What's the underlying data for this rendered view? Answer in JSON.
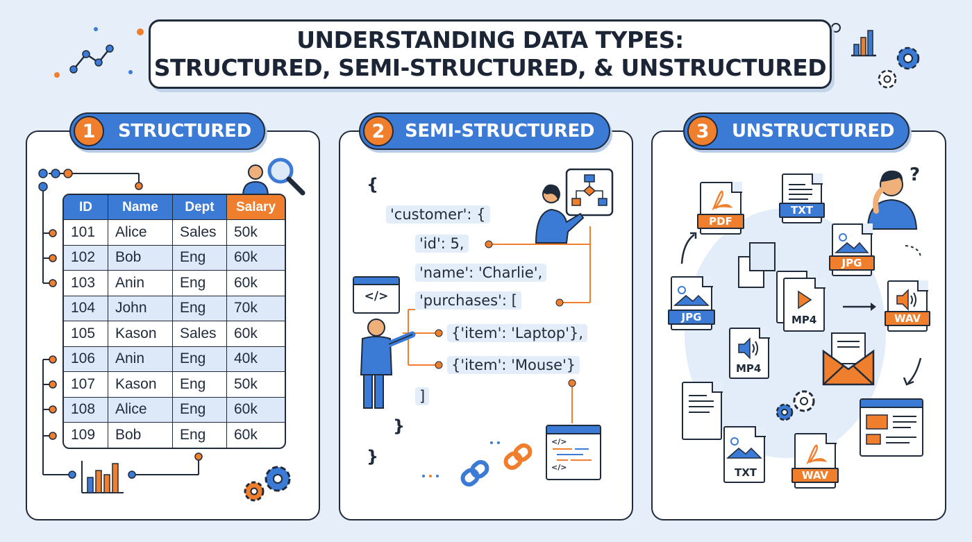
{
  "title": {
    "line1": "UNDERSTANDING DATA TYPES:",
    "line2": "STRUCTURED, SEMI-STRUCTURED, & UNSTRUCTURED"
  },
  "panels": [
    {
      "number": "1",
      "label": "STRUCTURED"
    },
    {
      "number": "2",
      "label": "SEMI-STRUCTURED"
    },
    {
      "number": "3",
      "label": "UNSTRUCTURED"
    }
  ],
  "table": {
    "headers": [
      "ID",
      "Name",
      "Dept",
      "Salary"
    ],
    "rows": [
      [
        "101",
        "Alice",
        "Sales",
        "50k"
      ],
      [
        "102",
        "Bob",
        "Eng",
        "60k"
      ],
      [
        "103",
        "Anin",
        "Eng",
        "60k"
      ],
      [
        "104",
        "John",
        "Eng",
        "70k"
      ],
      [
        "105",
        "Kason",
        "Sales",
        "60k"
      ],
      [
        "106",
        "Anin",
        "Eng",
        "40k"
      ],
      [
        "107",
        "Kason",
        "Eng",
        "50k"
      ],
      [
        "108",
        "Alice",
        "Eng",
        "60k"
      ],
      [
        "109",
        "Bob",
        "Eng",
        "60k"
      ]
    ]
  },
  "json": {
    "open": "{",
    "customer": "'customer': {",
    "id": "'id': 5,",
    "name": "'name': 'Charlie',",
    "purchases": "'purchases': [",
    "item1": "{'item': 'Laptop'},",
    "item2": "{'item': 'Mouse'}",
    "close_bracket": "]",
    "close_inner": "}",
    "close_outer": "}",
    "code_glyph": "</>"
  },
  "files": {
    "pdf1": "PDF",
    "txt1": "TXT",
    "jpg1": "JPG",
    "jpg2": "JPG",
    "mp4a": "MP4",
    "wav1": "WAV",
    "mp4b": "MP4",
    "txt2": "TXT",
    "wav2": "WAV"
  },
  "misc": {
    "question": "?"
  },
  "colors": {
    "blue": "#3b7ad5",
    "orange": "#f07f2d",
    "ink": "#1f2a3a",
    "background": "#e6eef9"
  }
}
